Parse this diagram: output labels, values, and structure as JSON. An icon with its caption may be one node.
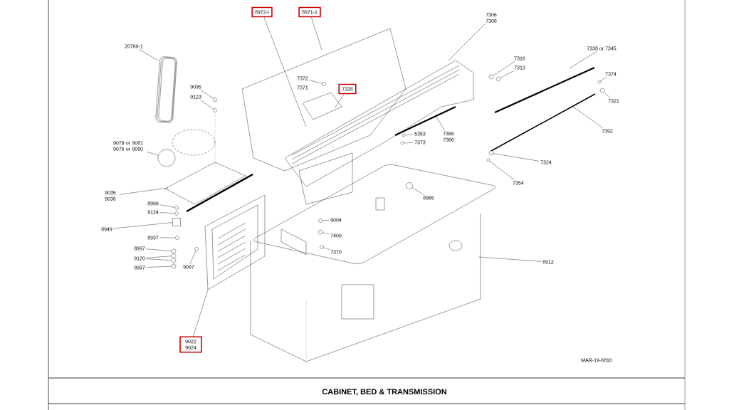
{
  "diagram": {
    "title": "CABINET, BED & TRANSMISSION",
    "nodes": [
      {
        "text": [
          "8972-I"
        ]
      },
      {
        "text": [
          "8971-1"
        ]
      },
      {
        "text": [
          "7306 7308"
        ]
      },
      {
        "text": [
          "20760-1"
        ]
      },
      {
        "text": [
          "9095"
        ]
      },
      {
        "text": [
          "9123"
        ]
      },
      {
        "text": [
          "7372"
        ]
      },
      {
        "text": [
          "7371"
        ]
      },
      {
        "text": [
          "7328"
        ]
      },
      {
        "text": [
          "7316"
        ]
      },
      {
        "text": [
          "7313"
        ]
      },
      {
        "text": [
          "7338 or 7345"
        ]
      },
      {
        "text": [
          "7374"
        ]
      },
      {
        "text": [
          "7321"
        ]
      },
      {
        "text": [
          "7392"
        ]
      },
      {
        "text": [
          "5353"
        ]
      },
      {
        "text": [
          "7373"
        ]
      },
      {
        "text": [
          "7365 7366"
        ]
      },
      {
        "text": [
          "9079 or 9081 9076 or 9080"
        ]
      },
      {
        "text": [
          "7324"
        ]
      },
      {
        "text": [
          "7354"
        ]
      },
      {
        "text": [
          "9035 9036"
        ]
      },
      {
        "text": [
          "8965"
        ]
      },
      {
        "text": [
          "8999"
        ]
      },
      {
        "text": [
          "9124"
        ]
      },
      {
        "text": [
          "8949"
        ]
      },
      {
        "text": [
          "9004"
        ]
      },
      {
        "text": [
          "8937"
        ]
      },
      {
        "text": [
          "7400"
        ]
      },
      {
        "text": [
          "8997"
        ]
      },
      {
        "text": [
          "9120"
        ]
      },
      {
        "text": [
          "7370"
        ]
      },
      {
        "text": [
          "9097"
        ]
      },
      {
        "text": [
          "8997"
        ]
      },
      {
        "text": [
          "8912"
        ]
      },
      {
        "text": [
          "9022 9024"
        ]
      },
      {
        "text": [],
        "shape": "circle"
      },
      {
        "text": [],
        "shape": "circle"
      },
      {
        "text": [],
        "shape": "circle"
      },
      {
        "text": [],
        "shape": "circle"
      },
      {
        "text": [],
        "shape": "circle"
      },
      {
        "text": [],
        "shape": "circle"
      },
      {
        "text": [],
        "shape": "circle"
      },
      {
        "text": [],
        "shape": "circle"
      },
      {
        "text": [],
        "shape": "circle"
      },
      {
        "text": [],
        "shape": "circle"
      },
      {
        "text": [],
        "shape": "circle"
      },
      {
        "text": [],
        "shape": "circle"
      },
      {
        "text": [],
        "shape": "circle"
      },
      {
        "text": [],
        "shape": "circle"
      },
      {
        "text": [],
        "shape": "circle"
      },
      {
        "text": [],
        "shape": "circle"
      },
      {
        "text": [],
        "shape": "circle"
      },
      {
        "text": [],
        "shape": "circle"
      },
      {
        "text": [],
        "shape": "circle"
      },
      {
        "text": [],
        "shape": "circle"
      },
      {
        "text": [],
        "shape": "circle"
      },
      {
        "text": [],
        "shape": "circle"
      },
      {
        "text": [],
        "shape": "circle"
      },
      {
        "text": [],
        "shape": "circle"
      },
      {
        "text": [],
        "shape": "box"
      }
    ],
    "edges": [
      {
        "from": 0,
        "to": null,
        "arrow": "none"
      },
      {
        "from": 1,
        "to": null,
        "arrow": "none"
      },
      {
        "from": 2,
        "to": null,
        "arrow": "none"
      },
      {
        "from": 3,
        "to": null,
        "arrow": "none"
      },
      {
        "from": 4,
        "to": 36,
        "arrow": "none"
      },
      {
        "from": 5,
        "to": 37,
        "arrow": "none"
      },
      {
        "from": 6,
        "to": 38,
        "arrow": "none"
      },
      {
        "from": 8,
        "to": null,
        "arrow": "none"
      },
      {
        "from": 9,
        "to": 39,
        "arrow": "none"
      },
      {
        "from": 10,
        "to": 40,
        "arrow": "none"
      },
      {
        "from": 11,
        "to": null,
        "arrow": "none"
      },
      {
        "from": 12,
        "to": 41,
        "arrow": "none"
      },
      {
        "from": 13,
        "to": 42,
        "arrow": "none"
      },
      {
        "from": 14,
        "to": null,
        "arrow": "none"
      },
      {
        "from": 15,
        "to": 43,
        "arrow": "none"
      },
      {
        "from": 16,
        "to": 44,
        "arrow": "none"
      },
      {
        "from": 17,
        "to": null,
        "arrow": "none"
      },
      {
        "from": 18,
        "to": 45,
        "arrow": "none"
      },
      {
        "from": 19,
        "to": 46,
        "arrow": "none"
      },
      {
        "from": 20,
        "to": 47,
        "arrow": "none"
      },
      {
        "from": 21,
        "to": null,
        "arrow": "none"
      },
      {
        "from": 22,
        "to": 48,
        "arrow": "none"
      },
      {
        "from": 23,
        "to": 49,
        "arrow": "none"
      },
      {
        "from": 24,
        "to": 50,
        "arrow": "none"
      },
      {
        "from": 25,
        "to": 60,
        "arrow": "none"
      },
      {
        "from": 26,
        "to": 51,
        "arrow": "none"
      },
      {
        "from": 27,
        "to": 52,
        "arrow": "none"
      },
      {
        "from": 28,
        "to": 53,
        "arrow": "none"
      },
      {
        "from": 29,
        "to": 54,
        "arrow": "none"
      },
      {
        "from": 30,
        "to": 55,
        "arrow": "none"
      },
      {
        "from": 30,
        "to": 56,
        "arrow": "none"
      },
      {
        "from": 31,
        "to": 57,
        "arrow": "none"
      },
      {
        "from": 32,
        "to": 58,
        "arrow": "none"
      },
      {
        "from": 33,
        "to": 59,
        "arrow": "none"
      },
      {
        "from": 34,
        "to": null,
        "arrow": "none"
      },
      {
        "from": 35,
        "to": null,
        "arrow": "none"
      }
    ],
    "labels": [
      "MAR-19-6810"
    ]
  }
}
